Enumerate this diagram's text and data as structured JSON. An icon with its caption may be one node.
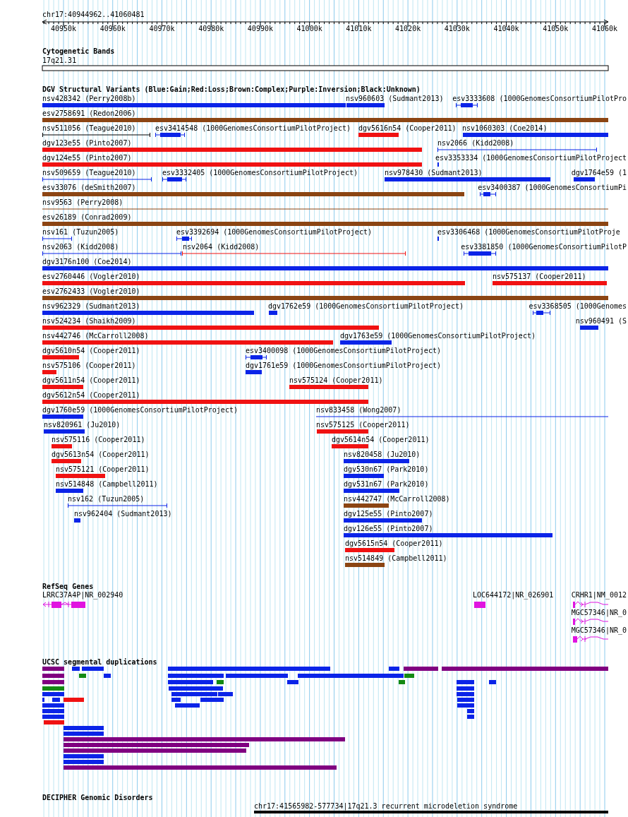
{
  "diagram": {
    "labels": [
      "chr17:40944962..41060481",
      "40950k",
      "40960k",
      "40970k",
      "40980k",
      "40990k",
      "41000k",
      "41010k",
      "41020k",
      "41030k",
      "41040k",
      "41050k",
      "41060k",
      "Cytogenetic Bands",
      "17q21.31",
      "DGV Structural Variants (Blue:Gain;Red:Loss;Brown:Complex;Purple:Inversion;Black:Unknown)",
      "nsv428342 (Perry2008b)",
      "nsv960603 (Sudmant2013)",
      "esv3333608 (1000GenomesConsortiumPilotPro",
      "esv2758691 (Redon2006)",
      "nsv511056 (Teague2010)",
      "esv3414548 (1000GenomesConsortiumPilotProject)",
      "dgv5616n54 (Cooper2011)",
      "nsv1060303 (Coe2014)",
      "dgv123e55 (Pinto2007)",
      "nsv2066 (Kidd2008)",
      "dgv124e55 (Pinto2007)",
      "esv3353334 (1000GenomesConsortiumPilotProject",
      "nsv509659 (Teague2010)",
      "esv3332405 (1000GenomesConsortiumPilotProject)",
      "nsv978430 (Sudmant2013)",
      "dgv1764e59 (1",
      "esv33076 (deSmith2007)",
      "esv3400387 (1000GenomesConsortiumPi",
      "nsv9563 (Perry2008)",
      "esv26189 (Conrad2009)",
      "nsv161 (Tuzun2005)",
      "esv3392694 (1000GenomesConsortiumPilotProject)",
      "esv3306468 (1000GenomesConsortiumPilotProje",
      "nsv2063 (Kidd2008)",
      "nsv2064 (Kidd2008)",
      "esv3381850 (1000GenomesConsortiumPilotP",
      "dgv3176n100 (Coe2014)",
      "esv2760446 (Vogler2010)",
      "nsv575137 (Cooper2011)",
      "esv2762433 (Vogler2010)",
      "nsv962329 (Sudmant2013)",
      "dgv1762e59 (1000GenomesConsortiumPilotProject)",
      "esv3368505 (1000Genomes",
      "nsv524234 (Shaikh2009)",
      "nsv960491 (S",
      "nsv442746 (McCarroll2008)",
      "dgv1763e59 (1000GenomesConsortiumPilotProject)",
      "dgv5610n54 (Cooper2011)",
      "esv3400098 (1000GenomesConsortiumPilotProject)",
      "nsv575106 (Cooper2011)",
      "dgv1761e59 (1000GenomesConsortiumPilotProject)",
      "dgv5611n54 (Cooper2011)",
      "nsv575124 (Cooper2011)",
      "dgv5612n54 (Cooper2011)",
      "dgv1760e59 (1000GenomesConsortiumPilotProject)",
      "nsv833458 (Wong2007)",
      "nsv820961 (Ju2010)",
      "nsv575125 (Cooper2011)",
      "nsv575116 (Cooper2011)",
      "dgv5614n54 (Cooper2011)",
      "dgv5613n54 (Cooper2011)",
      "nsv820458 (Ju2010)",
      "nsv575121 (Cooper2011)",
      "dgv530n67 (Park2010)",
      "nsv514848 (Campbell2011)",
      "dgv531n67 (Park2010)",
      "nsv162 (Tuzun2005)",
      "nsv442747 (McCarroll2008)",
      "nsv962404 (Sudmant2013)",
      "dgv125e55 (Pinto2007)",
      "dgv126e55 (Pinto2007)",
      "dgv5615n54 (Cooper2011)",
      "nsv514849 (Campbell2011)",
      "RefSeq Genes",
      "LRRC37A4P|NR_002940",
      "LOC644172|NR_026901",
      "CRHR1|NM_0012",
      "MGC57346|NR_0",
      "MGC57346|NR_0",
      "UCSC segmental duplications",
      "DECIPHER Genomic Disorders",
      "chr17:41565982-577734|17q21.3 recurrent microdeletion syndrome"
    ]
  }
}
